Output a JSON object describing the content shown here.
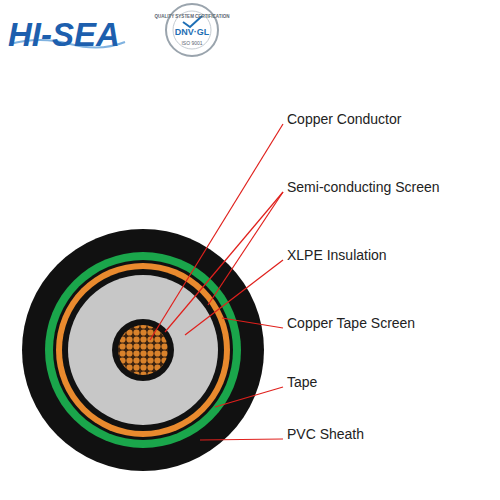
{
  "diagram": {
    "labels": [
      "HI-SEA",
      "QUALITY SYSTEM CERTIFICATION",
      "DNV·GL",
      "ISO 9001",
      "Copper Conductor",
      "Semi-conducting Screen",
      "XLPE Insulation",
      "Copper Tape Screen",
      "Tape",
      "PVC Sheath"
    ]
  }
}
